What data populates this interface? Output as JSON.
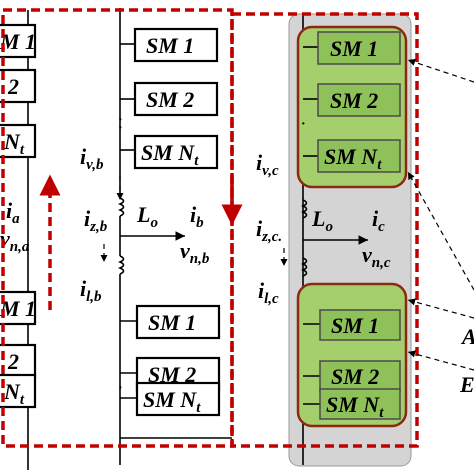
{
  "colors": {
    "red_dash": "#c00000",
    "green_fill": "#a4cf6c",
    "green_box": "#8fc15a",
    "gray_panel": "#d4d4d4",
    "group_border": "#8a2a12"
  },
  "labels": {
    "sm1": "SM 1",
    "sm2": "SM 2",
    "smn_main": "SM N",
    "smn_sub": "t",
    "leg_a": {
      "sm1_frag": "M 1",
      "sm2_frag": "2",
      "smn_frag": "N",
      "smn_sub": "t",
      "i_main": "i",
      "i_sub": "a",
      "v_main": "v",
      "v_sub": "n,a"
    },
    "leg_b": {
      "iv_main": "i",
      "iv_sub": "v,b",
      "iz_main": "i",
      "iz_sub": "z,b",
      "il_main": "i",
      "il_sub": "l,b",
      "lo_main": "L",
      "lo_sub": "o",
      "ib_main": "i",
      "ib_sub": "b",
      "vn_main": "v",
      "vn_sub": "n,b"
    },
    "leg_c": {
      "iv_main": "i",
      "iv_sub": "v,c",
      "iz_main": "i",
      "iz_sub": "z,c.",
      "il_main": "i",
      "il_sub": "l,c",
      "lo_main": "L",
      "lo_sub": "o",
      "ic_main": "i",
      "ic_sub": "c",
      "vn_main": "v",
      "vn_sub": "n,c"
    },
    "right_edge_1": "A",
    "right_edge_2": "E"
  }
}
